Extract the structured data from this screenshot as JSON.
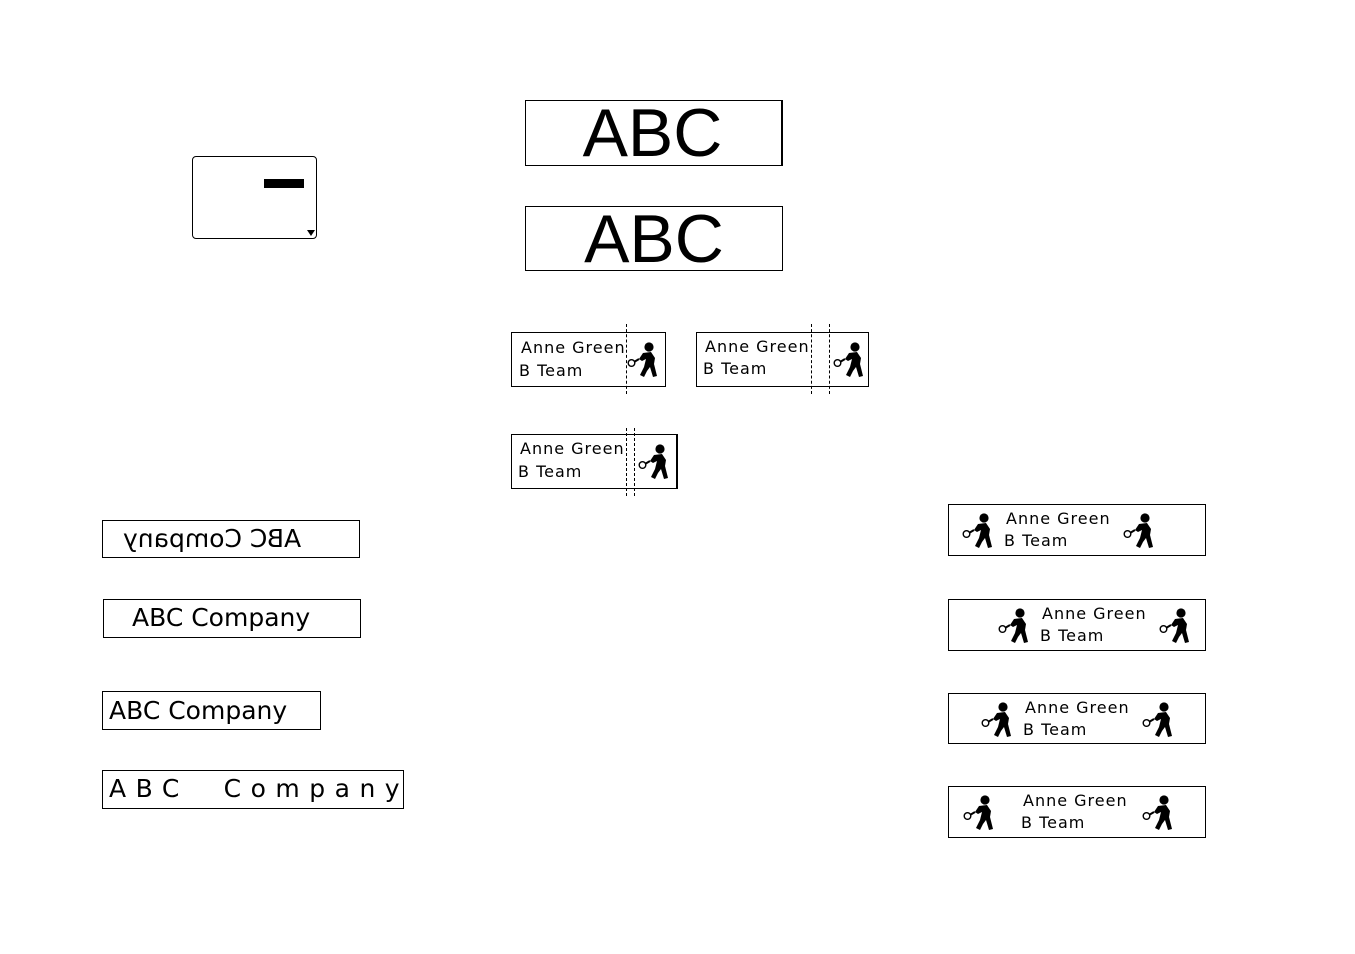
{
  "lcd": {
    "arrow_icon": "down-triangle-icon"
  },
  "large_labels": [
    {
      "text": "ABC"
    },
    {
      "text": "ABC"
    }
  ],
  "name_tag": {
    "line1": "Anne Green",
    "line2": "B Team",
    "icon": "tennis-player-icon"
  },
  "company_labels": [
    {
      "text": "ABC Company",
      "style": "mirror"
    },
    {
      "text": "ABC Company",
      "style": "normal"
    },
    {
      "text": "ABC Company",
      "style": "tight"
    },
    {
      "text": "ABC  Company",
      "style": "wide"
    }
  ]
}
